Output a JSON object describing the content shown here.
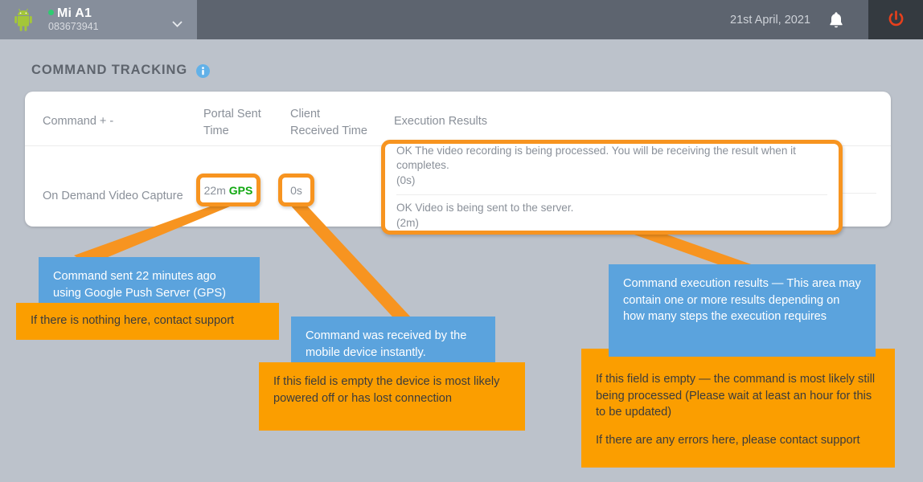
{
  "topbar": {
    "android_logo_label": "android-robot",
    "status": "online",
    "device_name": "Mi A1",
    "device_id": "083673941",
    "date": "21st April, 2021",
    "bell_label": "notifications",
    "power_label": "logout"
  },
  "page": {
    "title": "COMMAND TRACKING",
    "info_label": "i"
  },
  "table": {
    "headers": {
      "command": "Command + -",
      "portal_sent_time": "Portal Sent Time",
      "client_received_time": "Client Received Time",
      "execution_results": "Execution Results"
    },
    "row": {
      "command": "On Demand Video Capture",
      "portal_sent_time_value": "22m",
      "portal_sent_time_tag": "GPS",
      "client_received_time": "0s",
      "execution_results": [
        {
          "text": "OK The video recording is being processed. You will be receiving the result when it completes.",
          "elapsed": "(0s)"
        },
        {
          "text": "OK Video is being sent to the server.",
          "elapsed": "(2m)"
        }
      ]
    }
  },
  "annotations": {
    "portal": {
      "tip": "Command sent 22 minutes ago using Google Push Server (GPS)",
      "warning": "If there is nothing here, contact support"
    },
    "client": {
      "tip": "Command was received by the mobile device instantly.",
      "warning": "If this field is empty the device is most likely powered off or has lost connection"
    },
    "execution": {
      "tip": "Command execution results — This area may contain one or more results depending on how many steps the execution requires",
      "warning_1": "If this field is empty — the command is most likely still being processed (Please wait at least an hour for this to be updated)",
      "warning_2": "If there are any errors here, please contact support"
    }
  },
  "colors": {
    "accent_orange": "#f79420",
    "callout_orange": "#fb9e00",
    "callout_blue": "#5ba3dd",
    "status_green": "#2ecc71",
    "gps_green": "#11a811",
    "power_red": "#e8401c",
    "page_bg": "#bcc2cb"
  }
}
